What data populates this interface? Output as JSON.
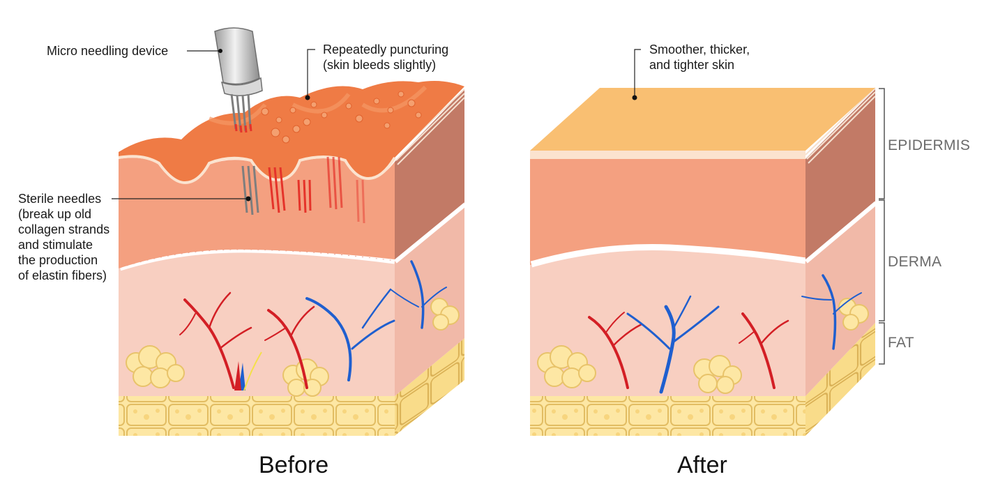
{
  "before": {
    "caption": "Before",
    "labels": {
      "device": "Micro needling device",
      "puncturing": "Repeatedly puncturing\n(skin bleeds slightly)",
      "needles": "Sterile needles\n(break up old\ncollagen strands\nand stimulate\nthe production\nof elastin fibers)"
    }
  },
  "after": {
    "caption": "After",
    "labels": {
      "result": "Smoother, thicker,\nand tighter skin"
    }
  },
  "layers": [
    "EPIDERMIS",
    "DERMA",
    "FAT"
  ],
  "colors": {
    "epidermis_top_after": "#f9bf72",
    "epidermis_top_before": "#ef7b45",
    "epidermis_front": "#f4a080",
    "epidermis_side": "#c27a66",
    "derma": "#f8cfc1",
    "derma_side": "#f1b9a8",
    "fat": "#fde7a4",
    "fat_lines": "#e5c26a",
    "artery": "#d31f25",
    "vein": "#1f5fcf",
    "needle": "#8e8e8e"
  }
}
